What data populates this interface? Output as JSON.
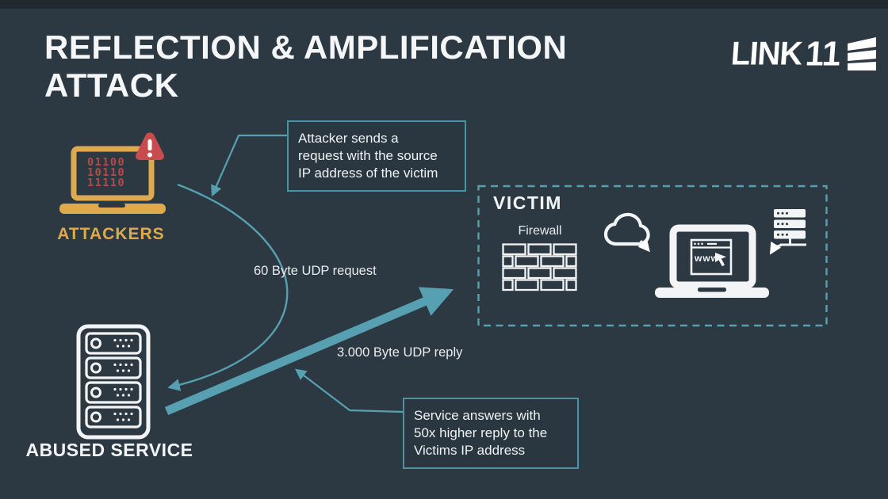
{
  "title": {
    "line1": "REFLECTION & AMPLIFICATION",
    "line2": "ATTACK"
  },
  "logo": {
    "name": "LINK",
    "number": "11"
  },
  "attackers": {
    "label": "ATTACKERS",
    "binary": [
      "01100",
      "10110",
      "11110"
    ]
  },
  "abused_service": {
    "label": "ABUSED SERVICE"
  },
  "victim": {
    "label": "VICTIM",
    "firewall_label": "Firewall",
    "browser_label": "www"
  },
  "callout_attacker": {
    "lines": [
      "Attacker sends a",
      "request with the source",
      "IP address of the victim"
    ]
  },
  "callout_service": {
    "lines": [
      "Service answers with",
      "50x higher reply to the",
      "Victims IP address"
    ]
  },
  "flow": {
    "request_label": "60 Byte UDP request",
    "reply_label": "3.000 Byte UDP reply"
  },
  "colors": {
    "background": "#2c3942",
    "accent_teal": "#57a0b1",
    "callout_border_teal": "#4a93a4",
    "gold": "#dfa94d",
    "alert_red": "#c84b4e",
    "binary_red": "#b44a48",
    "white": "#f2f4f5"
  }
}
